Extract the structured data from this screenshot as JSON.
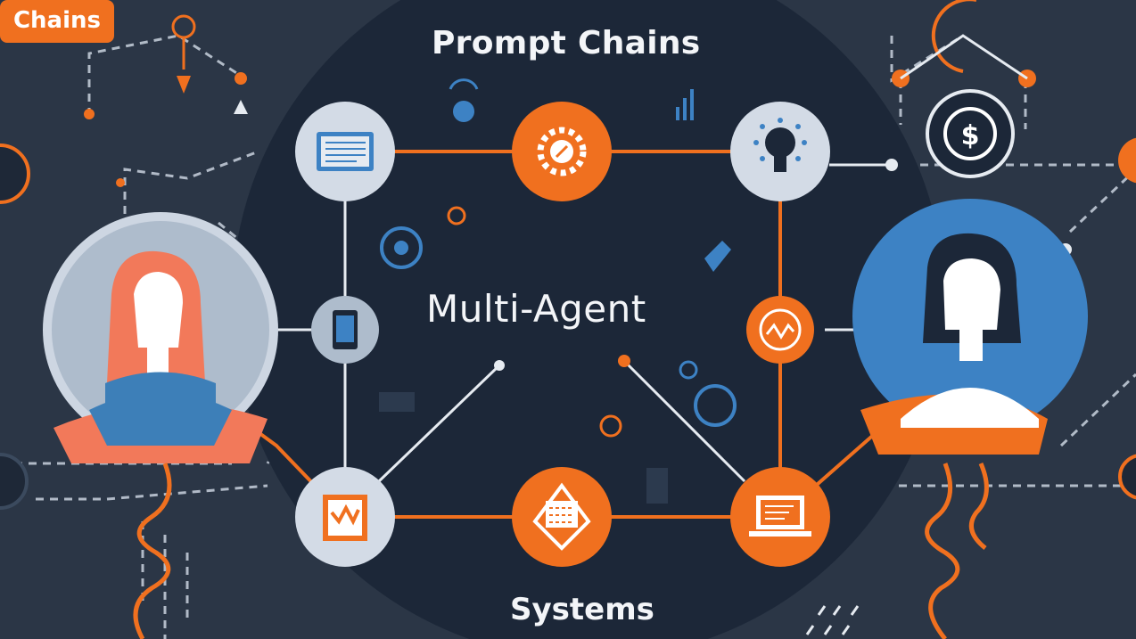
{
  "title": "Prompt Chains",
  "center_label": "Multi-Agent",
  "bottom_label": "Systems",
  "badge_label": "Chains",
  "colors": {
    "background": "#2b3646",
    "hub": "#1c2738",
    "accent_orange": "#f0701f",
    "accent_blue": "#3d82c4",
    "node_light": "#d3dbe6",
    "link_white": "#e6ebf1"
  },
  "icons": {
    "top_left_node": "monitor-icon",
    "top_center_node": "gear-icon",
    "top_right_node": "lightbulb-icon",
    "mid_left_node": "tablet-icon",
    "mid_right_node": "wave-chart-icon",
    "bottom_left_node": "document-icon",
    "bottom_center_node": "layered-grid-icon",
    "bottom_right_node": "laptop-icon",
    "top_right_badge": "dollar-icon",
    "left_agent": "woman-avatar-icon",
    "right_agent": "person-avatar-icon"
  }
}
